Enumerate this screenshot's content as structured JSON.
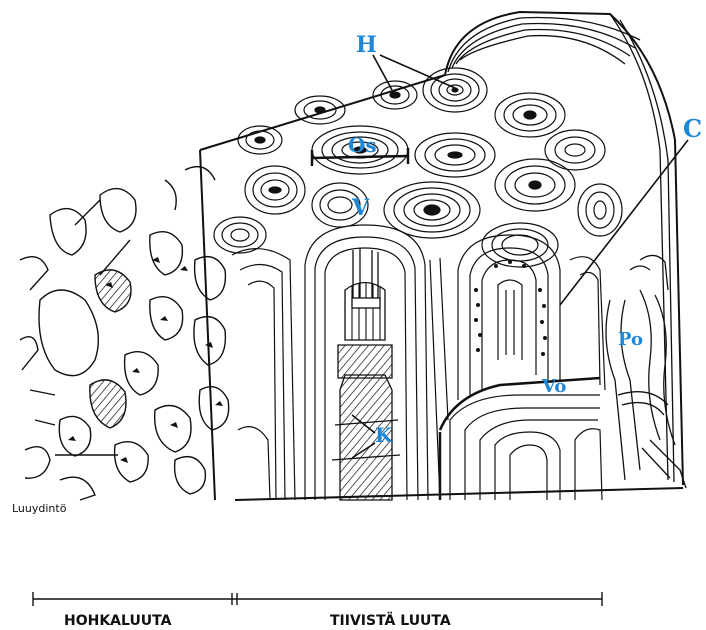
{
  "diagram": {
    "labels": {
      "h": "H",
      "os": "Os",
      "v": "V",
      "c": "C",
      "po": "Po",
      "vo": "Vo",
      "k": "K"
    },
    "marrow_label": "Luuydintö",
    "scale": {
      "left_label": "HOHKALUUTA",
      "right_label": "TIIVISTÄ LUUTA"
    },
    "colors": {
      "label_blue": "#1e88d6",
      "ink": "#111111",
      "background": "#ffffff"
    }
  }
}
